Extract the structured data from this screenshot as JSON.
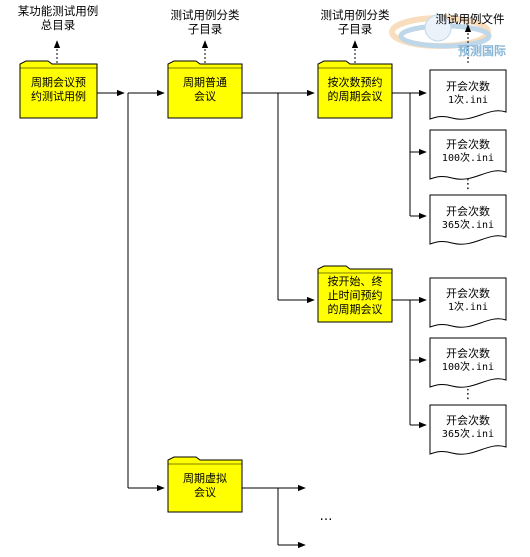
{
  "headers": {
    "feature_root": [
      "某功能测试用例",
      "总目录"
    ],
    "subcat_dir": [
      "测试用例分类",
      "子目录"
    ],
    "subcat_dir2": [
      "测试用例分类",
      "子目录"
    ],
    "case_file": "测试用例文件"
  },
  "folders": {
    "periodic_booking": [
      "周期会议预",
      "约测试用例"
    ],
    "periodic_normal": [
      "周期普通",
      "会议"
    ],
    "by_count": [
      "按次数预约",
      "的周期会议"
    ],
    "by_start_end": [
      "按开始、终",
      "止时间预约",
      "的周期会议"
    ],
    "periodic_virtual": [
      "周期虚拟",
      "会议"
    ]
  },
  "files": {
    "group1": [
      {
        "title": "开会次数",
        "name": "1次.ini"
      },
      {
        "title": "开会次数",
        "name": "100次.ini"
      },
      {
        "title": "开会次数",
        "name": "365次.ini"
      }
    ],
    "group2": [
      {
        "title": "开会次数",
        "name": "1次.ini"
      },
      {
        "title": "开会次数",
        "name": "100次.ini"
      },
      {
        "title": "开会次数",
        "name": "365次.ini"
      }
    ]
  },
  "ellipsis": {
    "vertical": "⋮",
    "horizontal": "…"
  },
  "watermark": "预测国际",
  "colors": {
    "folder_fill": "#ffff00",
    "folder_stroke": "#000000",
    "connector": "#000000",
    "file_fill": "#ffffff",
    "watermark": "#8ab7d8"
  }
}
